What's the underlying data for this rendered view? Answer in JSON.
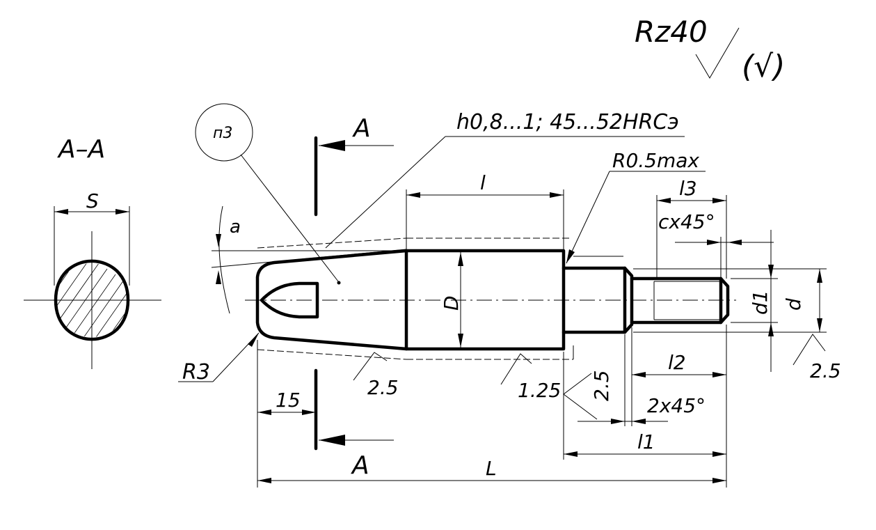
{
  "drawing": {
    "roughness_symbol": "Rz40",
    "roughness_symbol_general": "(√)",
    "section_title": "A–A",
    "section_dim_label": "S",
    "cut_plane_top_label": "A",
    "cut_plane_bottom_label": "A",
    "item_callout": "п3",
    "hardening_note": "h0,8...1; 45...52HRCэ",
    "radius_max_note": "R0.5max",
    "radius_tip_note": "R3",
    "dims": {
      "l": "l",
      "l1": "l1",
      "l2": "l2",
      "l3": "l3",
      "L": "L",
      "D": "D",
      "d": "d",
      "d1": "d1",
      "a": "a",
      "c_chamfer": "cx45°",
      "chamfer_2": "2x45°",
      "len_15": "15",
      "rough_2_5_left": "2.5",
      "rough_1_25": "1.25",
      "rough_2_5_mid": "2.5",
      "rough_2_5_right": "2.5"
    }
  }
}
